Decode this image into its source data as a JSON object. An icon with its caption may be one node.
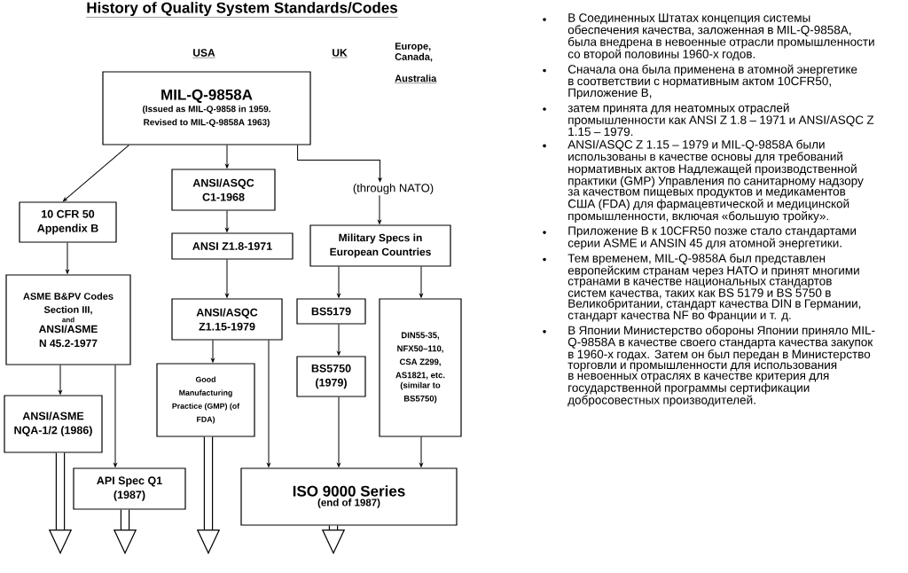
{
  "diagram": {
    "title": "History of Quality System Standards/Codes",
    "nodes": [
      {
        "text": [
          "MIL-Q-9858A",
          "(Issued as MIL-Q-9858 in 1959. Revised to MIL-Q-9858A 1963)"
        ]
      },
      {
        "text": [
          "ANSI/ASQC C1-1968"
        ]
      },
      {
        "text": [
          "(through NATO)"
        ]
      },
      {
        "text": [
          "10 CFR 50 Appendix B"
        ]
      },
      {
        "text": [
          "ANSI Z1.8-1971"
        ]
      },
      {
        "text": [
          "Military Specs in European Countries"
        ]
      },
      {
        "text": [
          "ASME B&PV Codes Section III,",
          "and",
          "ANSI/ASME N 45.2-1977"
        ]
      },
      {
        "text": [
          "ANSI/ASQC Z1.15-1979"
        ]
      },
      {
        "text": [
          "BS5179"
        ]
      },
      {
        "text": [
          "DIN55-35, NFX50–110, CSA Z299, AS1821, etc.",
          "(similar to BS5750)"
        ]
      },
      {
        "text": [
          "Good Manufacturing Practice (GMP) (of FDA)"
        ]
      },
      {
        "text": [
          "BS5750 (1979)"
        ]
      },
      {
        "text": [
          "ANSI/ASME NQA-1/2 (1986)"
        ]
      },
      {
        "text": [
          "API Spec Q1 (1987)"
        ]
      },
      {
        "text": [
          "ISO 9000 Series",
          "(end of 1987)"
        ]
      }
    ],
    "edges": [
      {
        "from": 0,
        "to": 3,
        "arrow": "to"
      },
      {
        "from": 0,
        "to": 1,
        "arrow": "to"
      },
      {
        "from": 0,
        "to": 2,
        "arrow": "to"
      },
      {
        "from": 2,
        "to": 5,
        "arrow": "to"
      },
      {
        "from": 3,
        "to": 6,
        "arrow": "to"
      },
      {
        "from": 1,
        "to": 4,
        "arrow": "to"
      },
      {
        "from": 4,
        "to": 7,
        "arrow": "to"
      },
      {
        "from": 5,
        "to": 8,
        "arrow": "to"
      },
      {
        "from": 5,
        "to": 9,
        "arrow": "to"
      },
      {
        "from": 6,
        "to": 12,
        "arrow": "to"
      },
      {
        "from": 6,
        "to": 13,
        "arrow": "to"
      },
      {
        "from": 7,
        "to": 10,
        "arrow": "to"
      },
      {
        "from": 7,
        "to": 14,
        "arrow": "to"
      },
      {
        "from": 8,
        "to": 11,
        "arrow": "to"
      },
      {
        "from": 11,
        "to": 14,
        "arrow": "to"
      },
      {
        "from": 9,
        "to": 14,
        "arrow": "to"
      },
      {
        "from": 12,
        "to": null,
        "arrow": "to",
        "style": "thick"
      },
      {
        "from": 13,
        "to": null,
        "arrow": "to",
        "style": "thick"
      },
      {
        "from": 10,
        "to": null,
        "arrow": "to",
        "style": "thick"
      },
      {
        "from": 14,
        "to": null,
        "arrow": "to",
        "style": "thick"
      }
    ],
    "labels": [
      "USA",
      "UK",
      "Europe, Canada,",
      "Australia",
      "В Соединенных Штатах концепция системы обеспечения качества, заложенная в MIL-Q-9858A, была внедрена в невоенные отрасли промышленности со второй половины 1960-х годов.",
      "Сначала она была применена в атомной энергетике в соответствии с нормативным актом 10CFR50, Приложение В,",
      "затем принята для неатомных отраслей промышленности как ANSI Z 1.8 – 1971 и ANSI/ASQC Z 1.15 – 1979.",
      "ANSI/ASQC Z 1.15 – 1979 и MIL-Q-9858A были использованы в качестве основы для требований нормативных актов Надлежащей производственной практики (GMP) Управления по санитарному надзору за качеством пищевых продуктов и медикаментов США (FDA) для фармацевтической и медицинской промышленности, включая «большую тройку».",
      "Приложение В к 10CFR50 позже стало стандартами серии ASME и ANSIN 45 для атомной энергетики.",
      "Тем временем, MIL-Q-9858A был представлен европейским странам через НАТО и принят многими странами в качестве национальных стандартов систем качества, таких как BS 5179 и BS 5750 в Великобритании, стандарт качества DIN в Германии, стандарт качества NF во Франции и т. д.",
      "В Японии Министерство обороны Японии приняло MIL-Q-9858A в качестве своего стандарта качества закупок в 1960-х годах. Затем он был передан в Министерство торговли и промышленности для использования в невоенных отраслях в качестве критерия для государственной программы сертификации добросовестных производителей."
    ]
  }
}
